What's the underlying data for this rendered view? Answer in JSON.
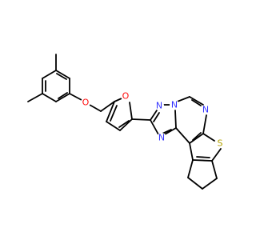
{
  "molecule": {
    "colors": {
      "bond": "#000000",
      "carbon": "#000000",
      "nitrogen": "#3333ff",
      "oxygen": "#ff0d0d",
      "sulfur": "#b2a100",
      "background": "#ffffff"
    },
    "atom_labels": {
      "ether_oxygen": "O",
      "furan_oxygen": "O",
      "triazole_n1": "N",
      "triazole_n2": "N",
      "triazole_n3": "N",
      "pyrimidine_n": "N",
      "thiophene_s": "S"
    }
  }
}
